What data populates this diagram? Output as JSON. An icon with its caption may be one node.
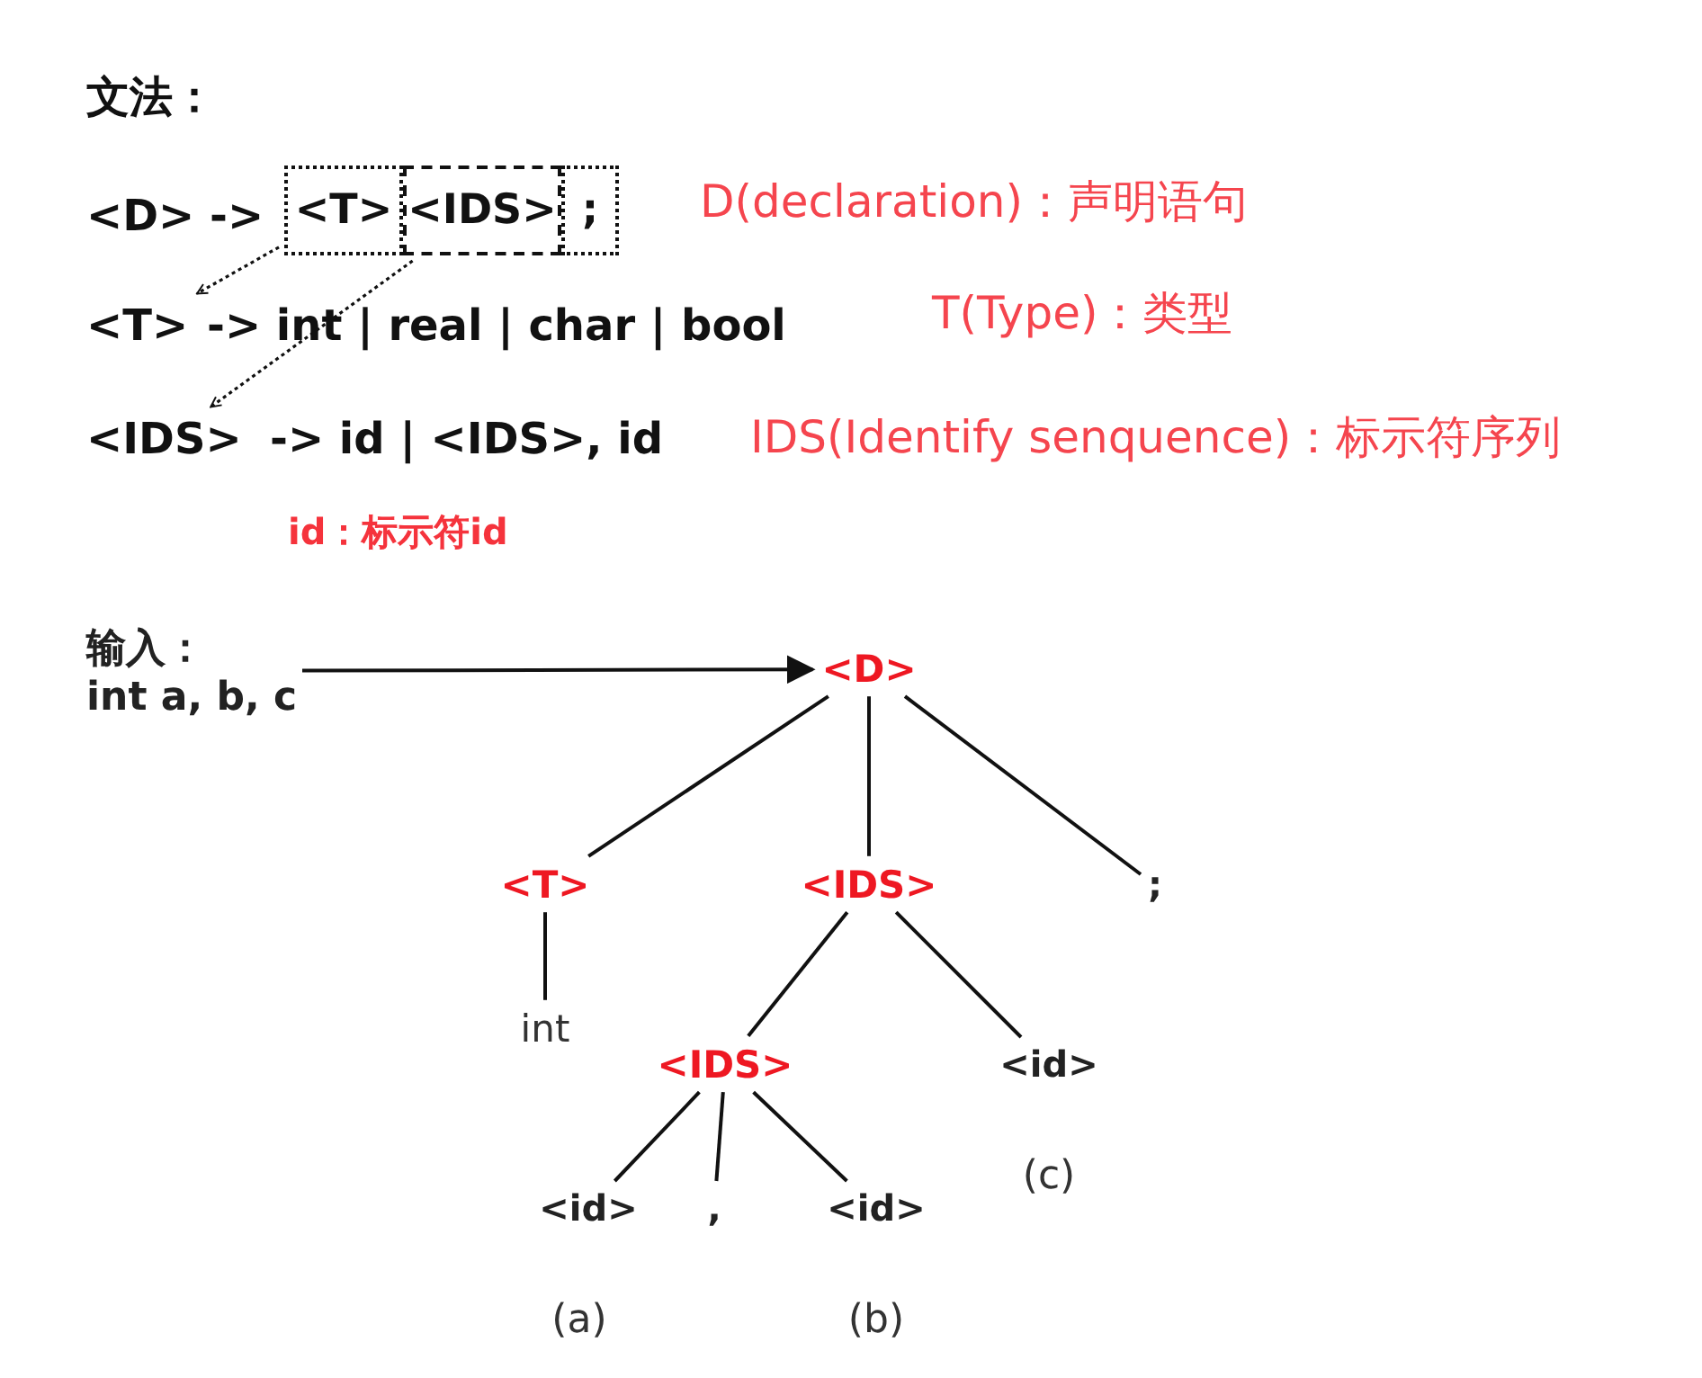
{
  "diagram": {
    "title": "文法：",
    "nodes": [
      {
        "text": [
          "<T>"
        ]
      },
      {
        "text": [
          "<IDS>"
        ]
      },
      {
        "text": [
          ";"
        ]
      },
      {
        "text": [
          "<T>"
        ]
      },
      {
        "text": [
          "<IDS>"
        ]
      },
      {
        "text": [
          "输入：",
          "int a, b, c"
        ]
      },
      {
        "text": [
          "<D>"
        ]
      },
      {
        "text": [
          "<T>"
        ]
      },
      {
        "text": [
          "<IDS>"
        ]
      },
      {
        "text": [
          ";"
        ]
      },
      {
        "text": [
          "int"
        ]
      },
      {
        "text": [
          "<IDS>"
        ]
      },
      {
        "text": [
          "<id>"
        ],
        "beside": [
          "(c)"
        ]
      },
      {
        "text": [
          "<id>"
        ],
        "beside": [
          "(a)"
        ]
      },
      {
        "text": [
          ","
        ]
      },
      {
        "text": [
          "<id>"
        ],
        "beside": [
          "(b)"
        ]
      }
    ],
    "edges": [
      {
        "from": 0,
        "to": 3,
        "arrow": "to",
        "style": "dashed"
      },
      {
        "from": 1,
        "to": 4,
        "arrow": "to",
        "style": "dashed"
      },
      {
        "from": 5,
        "to": 6,
        "arrow": "to"
      },
      {
        "from": 6,
        "to": 7,
        "arrow": "none"
      },
      {
        "from": 6,
        "to": 8,
        "arrow": "none"
      },
      {
        "from": 6,
        "to": 9,
        "arrow": "none"
      },
      {
        "from": 7,
        "to": 10,
        "arrow": "none"
      },
      {
        "from": 8,
        "to": 11,
        "arrow": "none"
      },
      {
        "from": 8,
        "to": 12,
        "arrow": "none"
      },
      {
        "from": 11,
        "to": 13,
        "arrow": "none"
      },
      {
        "from": 11,
        "to": 14,
        "arrow": "none"
      },
      {
        "from": 11,
        "to": 15,
        "arrow": "none"
      }
    ],
    "labels": [
      "<D> ->",
      "D(declaration)：声明语句",
      "-> int | real | char | bool",
      "T(Type)：类型",
      "-> id | <IDS>, id",
      "IDS(Identify senquence)：标示符序列",
      "id：标示符id"
    ]
  }
}
